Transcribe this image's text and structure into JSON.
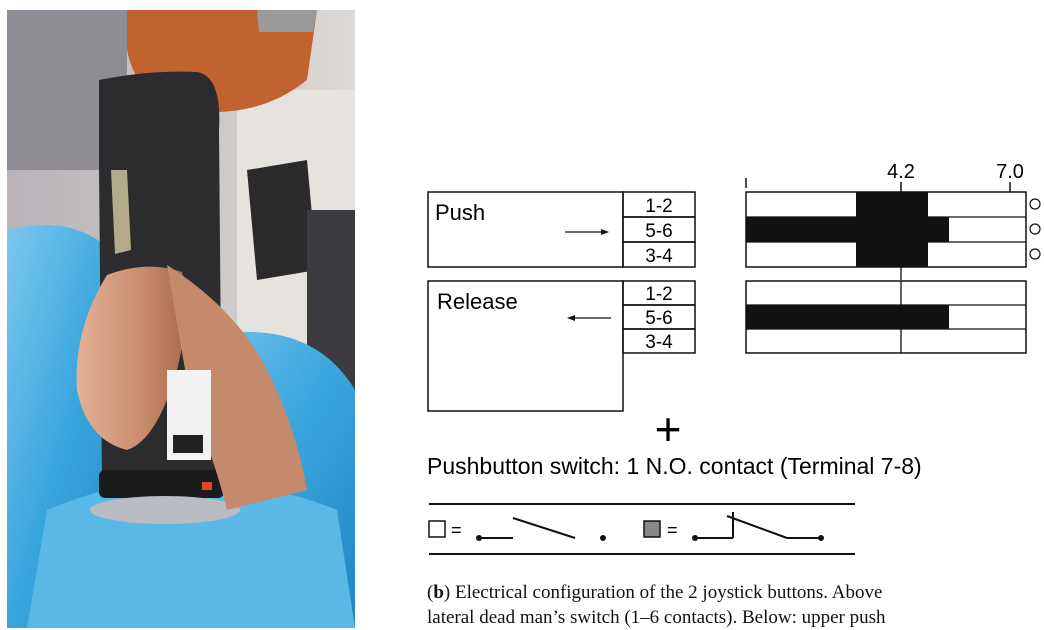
{
  "diagram": {
    "ticks": {
      "left": "",
      "mid": "4.2",
      "right": "7.0"
    },
    "push": {
      "label": "Push",
      "contacts": [
        "1-2",
        "5-6",
        "3-4"
      ]
    },
    "release": {
      "label": "Release",
      "contacts": [
        "1-2",
        "5-6",
        "3-4"
      ]
    },
    "plus": "+",
    "pushbutton_text": "Pushbutton switch: 1 N.O. contact (Terminal 7-8)",
    "legend": {
      "equals_1": "=",
      "equals_2": "="
    }
  },
  "caption": {
    "label": "b",
    "line1": " Electrical configuration of the 2 joystick buttons. Above",
    "line2": "lateral dead man’s switch (1–6 contacts). Below: upper push"
  },
  "colors": {
    "skin": "#c98d6e",
    "plastic": "#2c2c2e",
    "robot": "#c2622e",
    "cover": "#4fb5e6"
  }
}
